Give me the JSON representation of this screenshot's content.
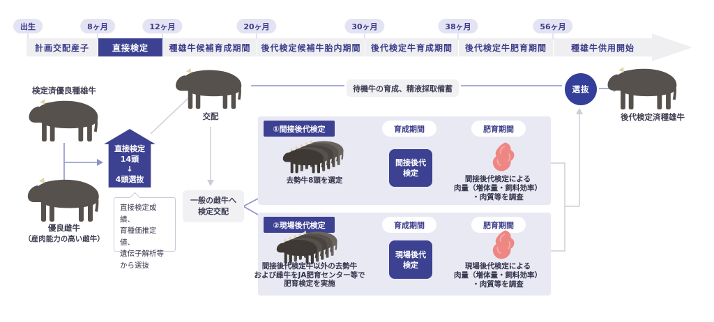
{
  "timeline": {
    "months": [
      "出生",
      "8ヶ月",
      "12ヶ月",
      "20ヶ月",
      "30ヶ月",
      "38ヶ月",
      "56ヶ月"
    ],
    "phases": [
      "計画交配産子",
      "直接検定",
      "種雄牛候補育成期間",
      "後代検定候補牛胎内期間",
      "後代検定牛育成期間",
      "後代検定牛肥育期間",
      "種雄牛供用開始"
    ],
    "active_phase": "直接検定"
  },
  "actors": {
    "proven_sire": "検定済優良種雄牛",
    "elite_dam": "優良雌牛",
    "elite_dam_note": "（産肉能力の高い雌牛）",
    "mating": "交配",
    "progeny_tested_sire": "後代検定済種雄牛"
  },
  "direct_test": {
    "pentagon_lines": [
      "直接検定",
      "14頭",
      "↓",
      "4頭選抜"
    ],
    "callout_lines": [
      "直接検定成績、",
      "育種価推定値、",
      "遺伝子解析等",
      "から選抜"
    ]
  },
  "flow": {
    "standby_note": "待機牛の育成、精液採取備蓄",
    "general_mating_lines": [
      "一般の雌牛へ",
      "検定交配"
    ],
    "selection": "選抜"
  },
  "panels": [
    {
      "tag": "①間接後代検定",
      "rearing": "育成期間",
      "fattening": "肥育期間",
      "subject_lines": [
        "去勢牛8頭を選定"
      ],
      "test_lines": [
        "間接後代",
        "検定"
      ],
      "result_lines": [
        "間接後代検定による",
        "肉量（増体量・飼料効率）",
        "・肉質等を調査"
      ]
    },
    {
      "tag": "②現場後代検定",
      "rearing": "育成期間",
      "fattening": "肥育期間",
      "subject_lines": [
        "間接後代検定牛以外の去勢牛",
        "および雌牛をJA肥育センター等で",
        "肥育検定を実施"
      ],
      "test_lines": [
        "現場後代",
        "検定"
      ],
      "result_lines": [
        "現場後代検定による",
        "肉量（増体量・飼料効率）",
        "・肉質等を調査"
      ]
    }
  ],
  "colors": {
    "indigo": "#3d4191",
    "periwinkle": "#8d92cc",
    "panel_bg": "#e9e9f4",
    "pill_bg": "#e3e3f3",
    "segment_bg": "#efeff2",
    "light_box_bg": "#f1f1f3",
    "meat_pink": "#ee8683",
    "cow_body": "#56514c",
    "connector_gray": "#cdcdd6"
  }
}
